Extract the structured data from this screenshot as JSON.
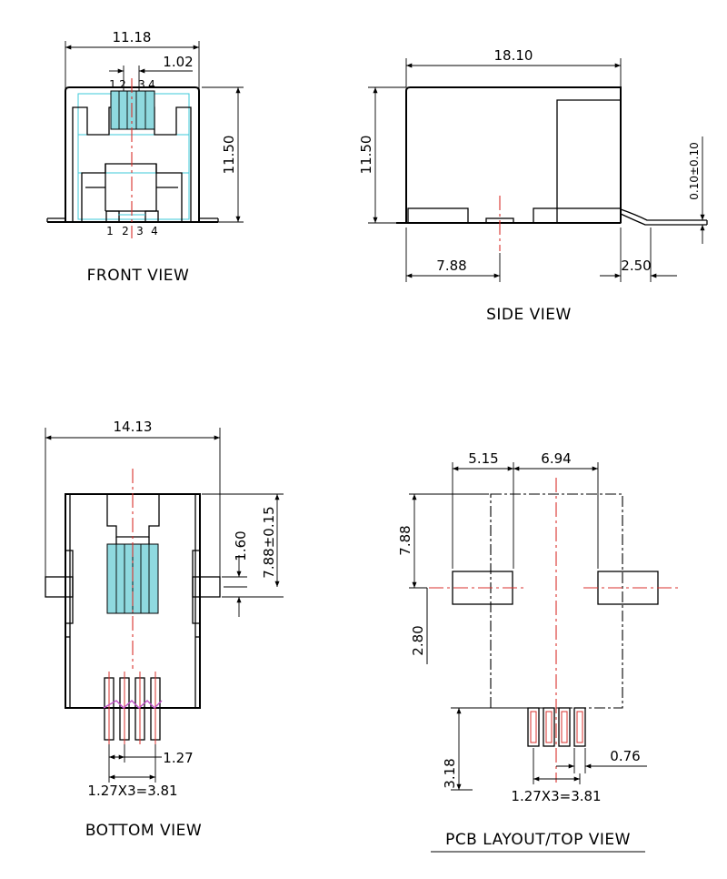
{
  "views": {
    "front": {
      "title": "FRONT VIEW",
      "dims": {
        "width": "11.18",
        "pin_pitch": "1.02",
        "height": "11.50"
      },
      "pin_labels_top": [
        "1",
        "2",
        "3",
        "4"
      ],
      "pin_labels_bottom": [
        "1",
        "2",
        "3",
        "4"
      ]
    },
    "side": {
      "title": "SIDE VIEW",
      "dims": {
        "length": "18.10",
        "height": "11.50",
        "offset": "7.88",
        "lead": "2.50",
        "standoff": "0.10±0.10"
      }
    },
    "bottom": {
      "title": "BOTTOM VIEW",
      "dims": {
        "width": "14.13",
        "post_dia": "1.60",
        "post_offset": "7.88±0.15",
        "pitch": "1.27",
        "span": "1.27X3=3.81"
      }
    },
    "pcb": {
      "title": "PCB LAYOUT/TOP VIEW",
      "dims": {
        "left": "5.15",
        "right": "6.94",
        "depth": "7.88",
        "pad_gap": "2.80",
        "pin_row": "3.18",
        "pin_width": "0.76",
        "span": "1.27X3=3.81"
      }
    }
  },
  "colors": {
    "outline": "#000000",
    "centerline": "#d9302c",
    "contacts": "#8fd9df",
    "guide": "#3cc8d8"
  }
}
